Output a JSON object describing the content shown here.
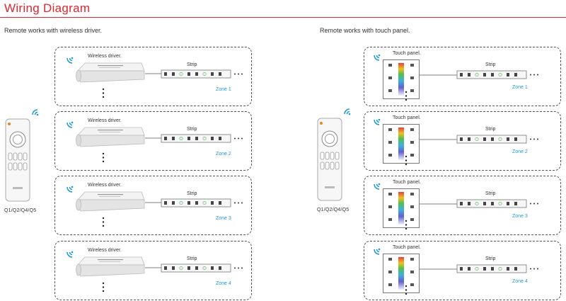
{
  "page": {
    "title": "Wiring Diagram"
  },
  "left": {
    "subtitle": "Remote works with wireless driver.",
    "device_label": "Wireless driver.",
    "strip_label": "Strip",
    "remote_models": "Q1/Q2/Q4/Q5",
    "zones": [
      "Zone 1",
      "Zone 2",
      "Zone 3",
      "Zone 4"
    ]
  },
  "right": {
    "subtitle": "Remote works with touch panel.",
    "device_label": "Touch panel.",
    "strip_label": "Strip",
    "remote_models": "Q1/Q2/Q4/Q5",
    "zones": [
      "Zone 1",
      "Zone 2",
      "Zone 3",
      "Zone 4"
    ]
  },
  "colors": {
    "title": "#e0262f",
    "wifi": "#1a9ad6",
    "zone": "#1a9ad6"
  },
  "icons": [
    "wifi-icon",
    "remote-icon",
    "driver-icon",
    "touch-panel-icon",
    "led-strip-icon"
  ]
}
